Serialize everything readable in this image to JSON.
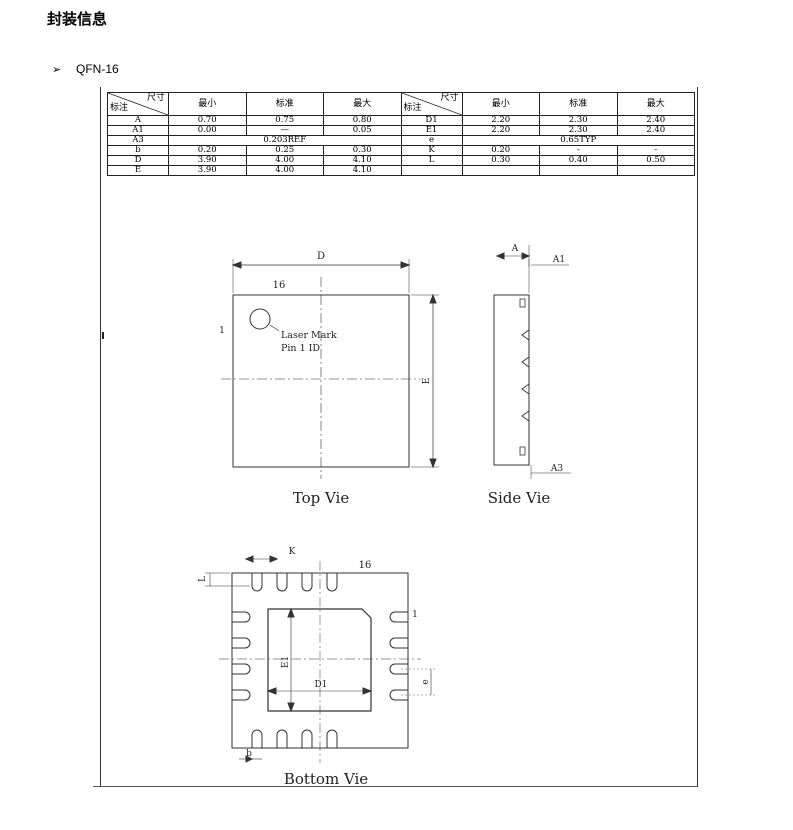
{
  "page": {
    "title": "封装信息",
    "bullet_symbol": "➢",
    "package_name": "QFN-16"
  },
  "table": {
    "corner_top": "尺寸",
    "corner_bottom": "标注",
    "col_min": "最小",
    "col_nom": "标准",
    "col_max": "最大",
    "rows": [
      {
        "l": [
          "A",
          "0.70",
          "0.75",
          "0.80"
        ],
        "r": [
          "D1",
          "2.20",
          "2.30",
          "2.40"
        ]
      },
      {
        "l": [
          "A1",
          "0.00",
          "—",
          "0.05"
        ],
        "r": [
          "E1",
          "2.20",
          "2.30",
          "2.40"
        ]
      },
      {
        "l": [
          "A3",
          "0.203REF"
        ],
        "r": [
          "e",
          "0.65TYP"
        ]
      },
      {
        "l": [
          "b",
          "0.20",
          "0.25",
          "0.30"
        ],
        "r": [
          "K",
          "0.20",
          "-",
          "-"
        ]
      },
      {
        "l": [
          "D",
          "3.90",
          "4.00",
          "4.10"
        ],
        "r": [
          "L",
          "0.30",
          "0.40",
          "0.50"
        ]
      },
      {
        "l": [
          "E",
          "3.90",
          "4.00",
          "4.10"
        ],
        "r": [
          "",
          "",
          "",
          ""
        ]
      }
    ]
  },
  "drawing": {
    "top_view": {
      "label_d": "D",
      "label_e": "E",
      "pin_16": "16",
      "pin_1": "1",
      "mark_line1": "Laser Mark",
      "mark_line2": "Pin 1 ID",
      "caption": "Top Vie"
    },
    "side_view": {
      "label_a": "A",
      "label_a1": "A1",
      "label_a3": "A3",
      "caption": "Side Vie"
    },
    "bottom_view": {
      "label_k": "K",
      "label_l": "L",
      "label_b": "b",
      "label_e_pitch": "e",
      "label_e1": "E1",
      "label_d1": "D1",
      "pin_16": "16",
      "pin_1": "1",
      "caption": "Bottom Vie"
    }
  }
}
